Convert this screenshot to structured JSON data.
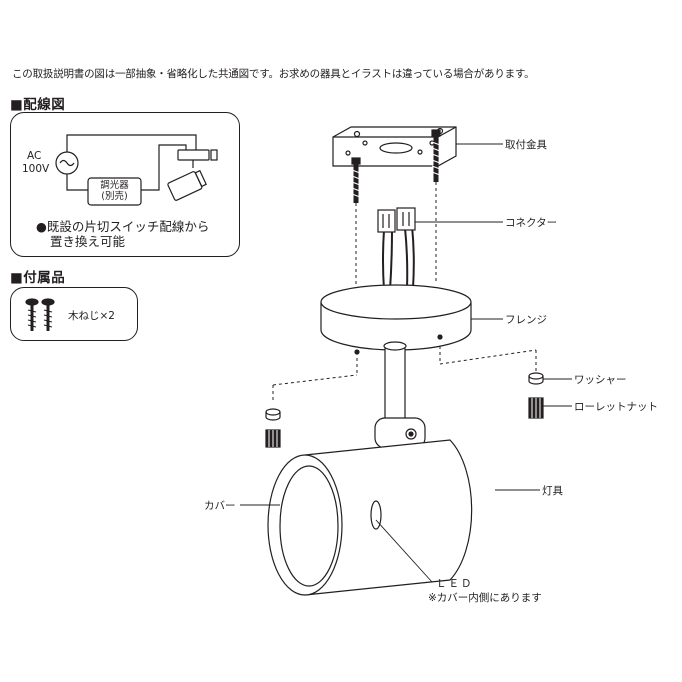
{
  "note": "この取扱説明書の図は一部抽象・省略化した共通図です。お求めの器具とイラストは違っている場合があります。",
  "wiring": {
    "title": "■配線図",
    "ac": "AC",
    "voltage": "100V",
    "dimmer_line1": "調光器",
    "dimmer_line2": "(別売)",
    "remark_line1": "●既設の片切スイッチ配線から",
    "remark_line2": "置き換え可能"
  },
  "accessories": {
    "title": "■付属品",
    "item": "木ねじ×2"
  },
  "parts": {
    "mount": "取付金具",
    "connector": "コネクター",
    "flange": "フレンジ",
    "washer": "ワッシャー",
    "knurled_nut": "ローレットナット",
    "cover": "カバー",
    "fixture": "灯具",
    "led": "ＬＥＤ",
    "led_note": "※カバー内側にあります"
  }
}
